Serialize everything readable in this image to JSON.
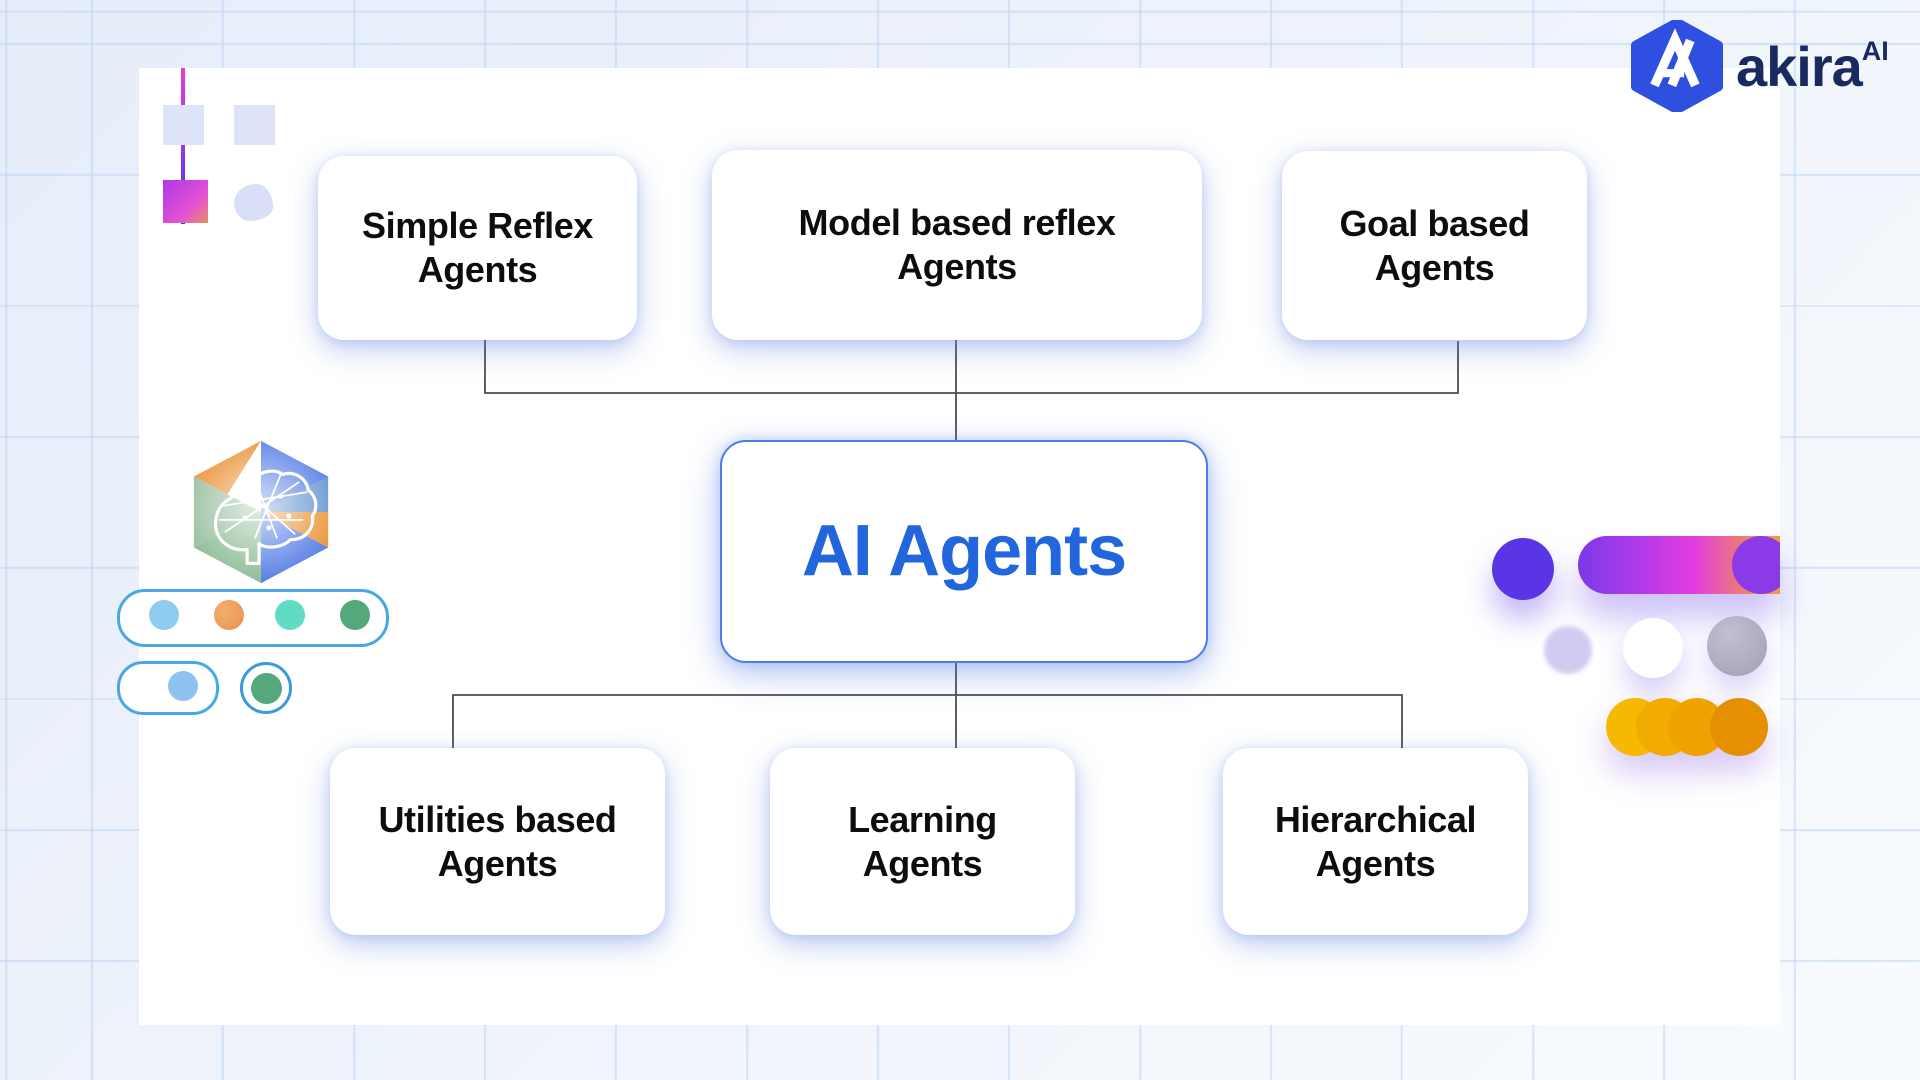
{
  "logo": {
    "brand": "akira",
    "superscript": "AI",
    "badge_letter": "A"
  },
  "diagram": {
    "root": {
      "label": "AI Agents"
    },
    "children_top": [
      {
        "label": "Simple Reflex Agents"
      },
      {
        "label": "Model based reflex Agents"
      },
      {
        "label": "Goal based Agents"
      }
    ],
    "children_bottom": [
      {
        "label": "Utilities based Agents"
      },
      {
        "label": "Learning Agents"
      },
      {
        "label": "Hierarchical Agents"
      }
    ]
  },
  "colors": {
    "root_text": "#2166dd",
    "root_border": "#4a7de8",
    "node_text": "#0d0d0d",
    "node_background": "#ffffff",
    "connector": "#4d4d4d",
    "logo_badge_blue": "#2e4fe0",
    "logo_navy": "#1b2a5e",
    "background": "#eef3fb",
    "grid_line": "#d7e5f8",
    "accent_magenta": "#e53ce0",
    "accent_purple": "#5a35e6",
    "accent_orange": "#e68f00"
  }
}
